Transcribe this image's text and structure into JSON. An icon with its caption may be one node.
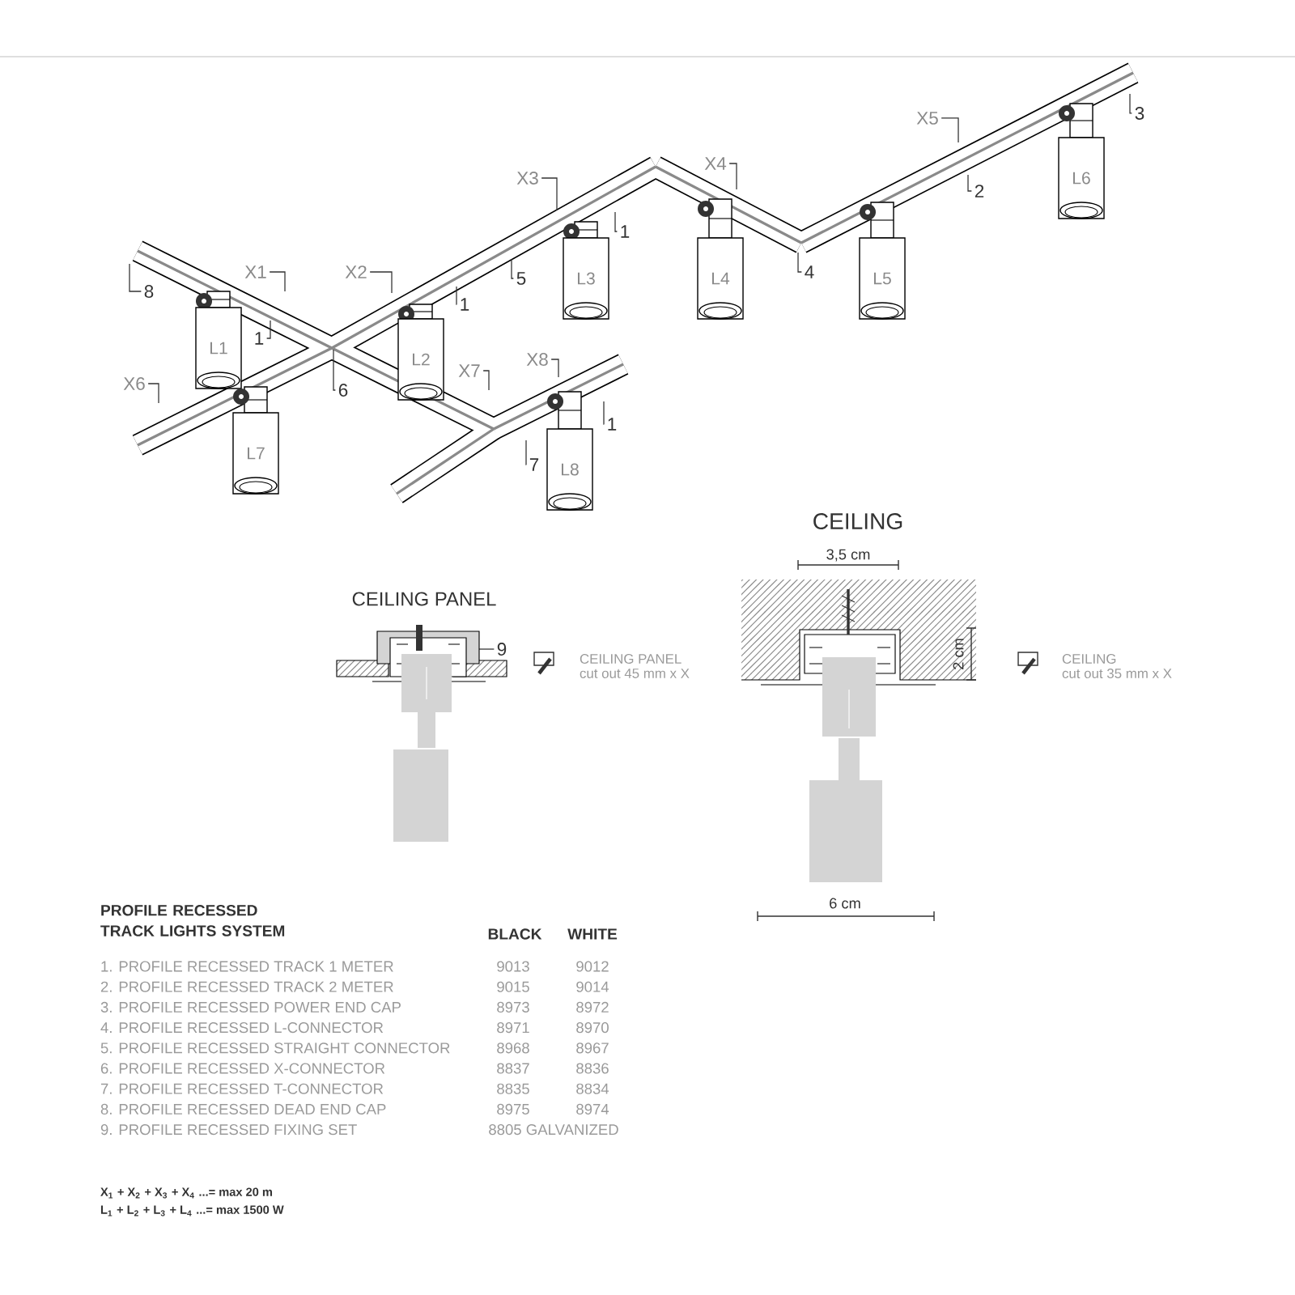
{
  "diagram": {
    "nodes": [
      {
        "text": [
          "L1"
        ]
      },
      {
        "text": [
          "L2"
        ]
      },
      {
        "text": [
          "L3"
        ]
      },
      {
        "text": [
          "L4"
        ]
      },
      {
        "text": [
          "L5"
        ]
      },
      {
        "text": [
          "L6"
        ]
      },
      {
        "text": [
          "L7"
        ]
      },
      {
        "text": [
          "L8"
        ]
      },
      {
        "text": [
          "X1"
        ]
      },
      {
        "text": [
          "X2"
        ]
      },
      {
        "text": [
          "X3"
        ]
      },
      {
        "text": [
          "X4"
        ]
      },
      {
        "text": [
          "X5"
        ]
      },
      {
        "text": [
          "X6"
        ]
      },
      {
        "text": [
          "X7"
        ]
      },
      {
        "text": [
          "X8"
        ]
      },
      {
        "text": [
          "8"
        ]
      },
      {
        "text": [
          "1"
        ]
      },
      {
        "text": [
          "1"
        ]
      },
      {
        "text": [
          "5"
        ]
      },
      {
        "text": [
          "1"
        ]
      },
      {
        "text": [
          "4"
        ]
      },
      {
        "text": [
          "2"
        ]
      },
      {
        "text": [
          "3"
        ]
      },
      {
        "text": [
          "6"
        ]
      },
      {
        "text": [
          "1"
        ]
      },
      {
        "text": [
          "7"
        ]
      },
      {
        "text": [
          "9"
        ]
      }
    ],
    "edges": [
      {
        "from": 8,
        "to": null,
        "arrow": "none"
      },
      {
        "from": 9,
        "to": null,
        "arrow": "none"
      },
      {
        "from": 10,
        "to": null,
        "arrow": "none"
      },
      {
        "from": 11,
        "to": null,
        "arrow": "none"
      },
      {
        "from": 12,
        "to": null,
        "arrow": "none"
      },
      {
        "from": 13,
        "to": null,
        "arrow": "none"
      },
      {
        "from": 14,
        "to": null,
        "arrow": "none"
      },
      {
        "from": 15,
        "to": null,
        "arrow": "none"
      },
      {
        "from": 16,
        "to": null,
        "arrow": "none"
      },
      {
        "from": 17,
        "to": null,
        "arrow": "none"
      },
      {
        "from": 18,
        "to": null,
        "arrow": "none"
      },
      {
        "from": 19,
        "to": null,
        "arrow": "none"
      },
      {
        "from": 20,
        "to": null,
        "arrow": "none"
      },
      {
        "from": 21,
        "to": null,
        "arrow": "none"
      },
      {
        "from": 22,
        "to": null,
        "arrow": "none"
      },
      {
        "from": 23,
        "to": null,
        "arrow": "none"
      },
      {
        "from": 24,
        "to": null,
        "arrow": "none"
      },
      {
        "from": 25,
        "to": null,
        "arrow": "none"
      },
      {
        "from": 26,
        "to": null,
        "arrow": "none"
      },
      {
        "from": 27,
        "to": null,
        "arrow": "none"
      }
    ],
    "labels": [
      "CEILING",
      "3,5 cm",
      "CEILING PANEL",
      "CEILING PANEL",
      "cut out 45 mm x X",
      "2 cm",
      "CEILING",
      "cut out 35 mm x X",
      "6 cm",
      "PROFILE RECESSED TRACK LIGHTS SYSTEM",
      "BLACK",
      "WHITE",
      "1. PROFILE RECESSED TRACK 1 METER",
      "9013",
      "9012",
      "2. PROFILE RECESSED TRACK 2 METER",
      "9015",
      "9014",
      "3. PROFILE RECESSED POWER END CAP",
      "8973",
      "8972",
      "4. PROFILE RECESSED L-CONNECTOR",
      "8971",
      "8970",
      "5. PROFILE RECESSED STRAIGHT CONNECTOR",
      "8968",
      "8967",
      "6. PROFILE RECESSED X-CONNECTOR",
      "8837",
      "8836",
      "7. PROFILE RECESSED T-CONNECTOR",
      "8835",
      "8834",
      "8. PROFILE RECESSED DEAD END CAP",
      "8975",
      "8974",
      "9. PROFILE RECESSED FIXING SET",
      "8805 GALVANIZED",
      "X$_{1}$ + X$_{2}$ + X$_{3}$ + X$_{4}$ ...= max 20 m",
      "L$_{1}$ + L$_{2}$ + L$_{3}$ + L$_{4}$ ...= max 1500 W"
    ]
  }
}
